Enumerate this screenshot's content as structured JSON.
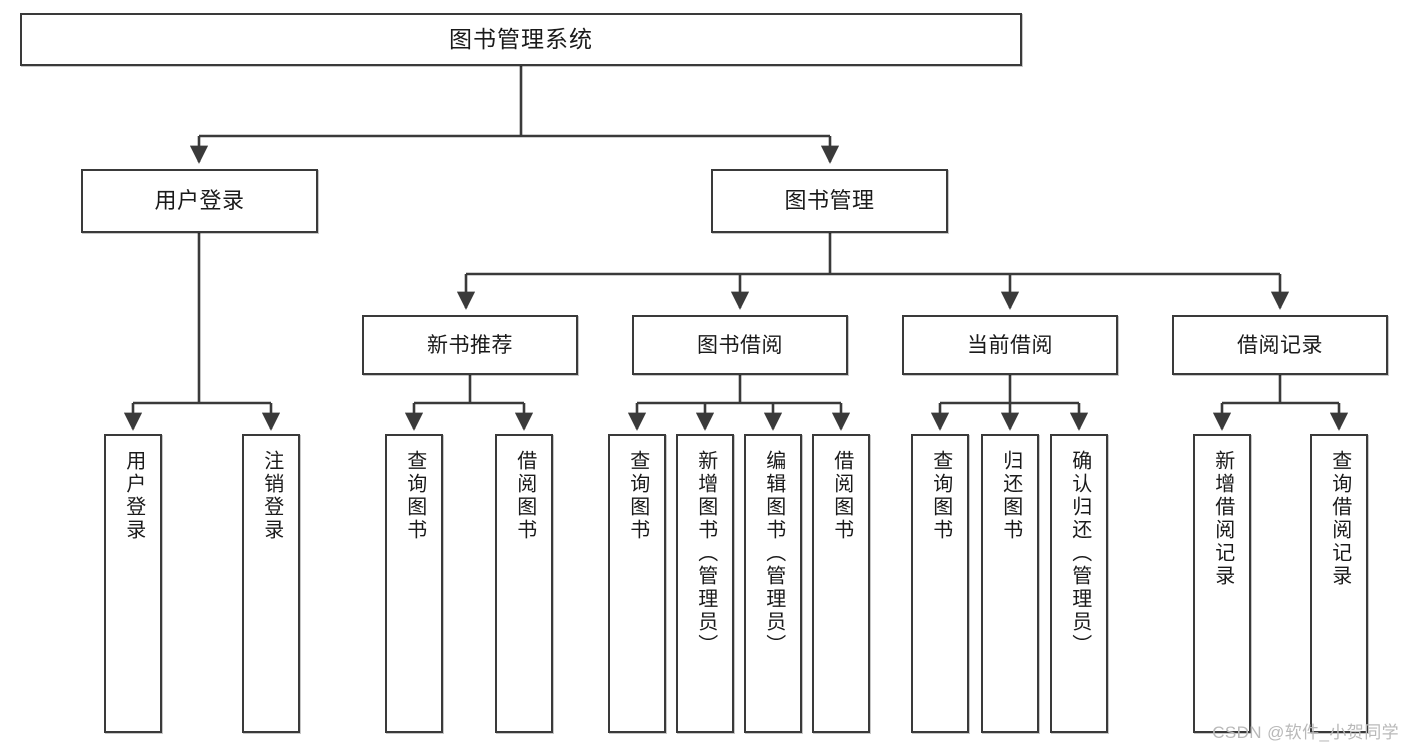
{
  "diagram": {
    "title": "图书管理系统",
    "type": "hierarchy-tree",
    "orientation": "top-down",
    "colors": {
      "stroke": "#3a3a3a",
      "fill": "#ffffff",
      "text": "#1a1a1a",
      "watermark": "#b9b9b9"
    },
    "watermark": "CSDN @软件_小贺同学",
    "levels": {
      "root": {
        "label": "图书管理系统"
      },
      "level2": [
        {
          "id": "user-login",
          "label": "用户登录"
        },
        {
          "id": "book-management",
          "label": "图书管理"
        }
      ],
      "level3": [
        {
          "id": "new-book-recommend",
          "label": "新书推荐",
          "parent": "book-management"
        },
        {
          "id": "book-borrow",
          "label": "图书借阅",
          "parent": "book-management"
        },
        {
          "id": "current-borrow",
          "label": "当前借阅",
          "parent": "book-management"
        },
        {
          "id": "borrow-record",
          "label": "借阅记录",
          "parent": "book-management"
        }
      ],
      "leaves": {
        "user-login": [
          {
            "id": "leaf-user-login",
            "label": "用户登录"
          },
          {
            "id": "leaf-user-logout",
            "label": "注销登录"
          }
        ],
        "new-book-recommend": [
          {
            "id": "leaf-query-book-1",
            "label": "查询图书"
          },
          {
            "id": "leaf-borrow-book-1",
            "label": "借阅图书"
          }
        ],
        "book-borrow": [
          {
            "id": "leaf-query-book-2",
            "label": "查询图书"
          },
          {
            "id": "leaf-add-book",
            "label": "新增图书（管理员）"
          },
          {
            "id": "leaf-edit-book",
            "label": "编辑图书（管理员）"
          },
          {
            "id": "leaf-borrow-book-2",
            "label": "借阅图书"
          }
        ],
        "current-borrow": [
          {
            "id": "leaf-query-book-3",
            "label": "查询图书"
          },
          {
            "id": "leaf-return-book",
            "label": "归还图书"
          },
          {
            "id": "leaf-confirm-return",
            "label": "确认归还（管理员）"
          }
        ],
        "borrow-record": [
          {
            "id": "leaf-add-record",
            "label": "新增借阅记录"
          },
          {
            "id": "leaf-query-record",
            "label": "查询借阅记录"
          }
        ]
      }
    }
  }
}
